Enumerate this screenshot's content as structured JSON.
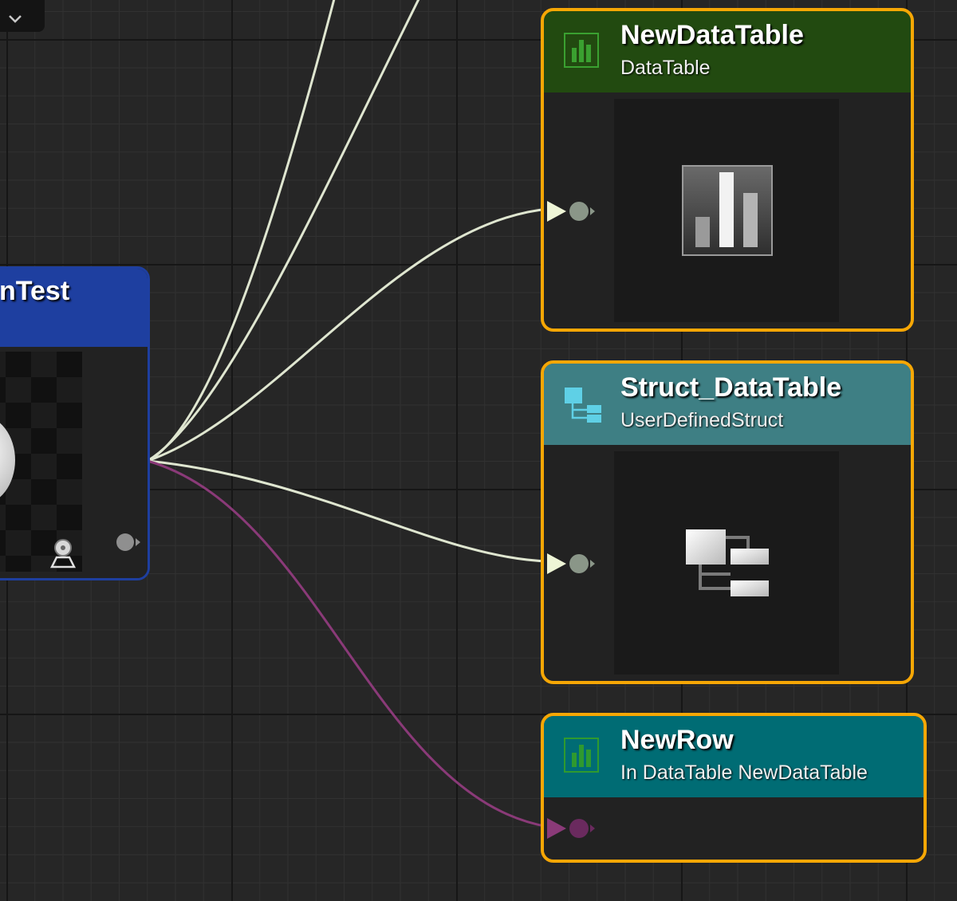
{
  "graph": {
    "wire_colors": {
      "object": "#dfe6d0",
      "row": "#8a3a78"
    }
  },
  "nodes": {
    "source": {
      "title": "nTest",
      "header_color": "#1e3fa0"
    },
    "newdatatable": {
      "title": "NewDataTable",
      "subtitle": "DataTable",
      "header_color": "#224a10",
      "icon": "datatable-icon"
    },
    "struct": {
      "title": "Struct_DataTable",
      "subtitle": "UserDefinedStruct",
      "header_color": "#3e7f84",
      "icon": "struct-icon"
    },
    "newrow": {
      "title": "NewRow",
      "subtitle": "In DataTable NewDataTable",
      "header_color": "#006c74",
      "icon": "datatable-icon"
    }
  },
  "colors": {
    "selection": "#f6a705",
    "selection_outer": "#c45a10",
    "pin": "#8a9688"
  }
}
